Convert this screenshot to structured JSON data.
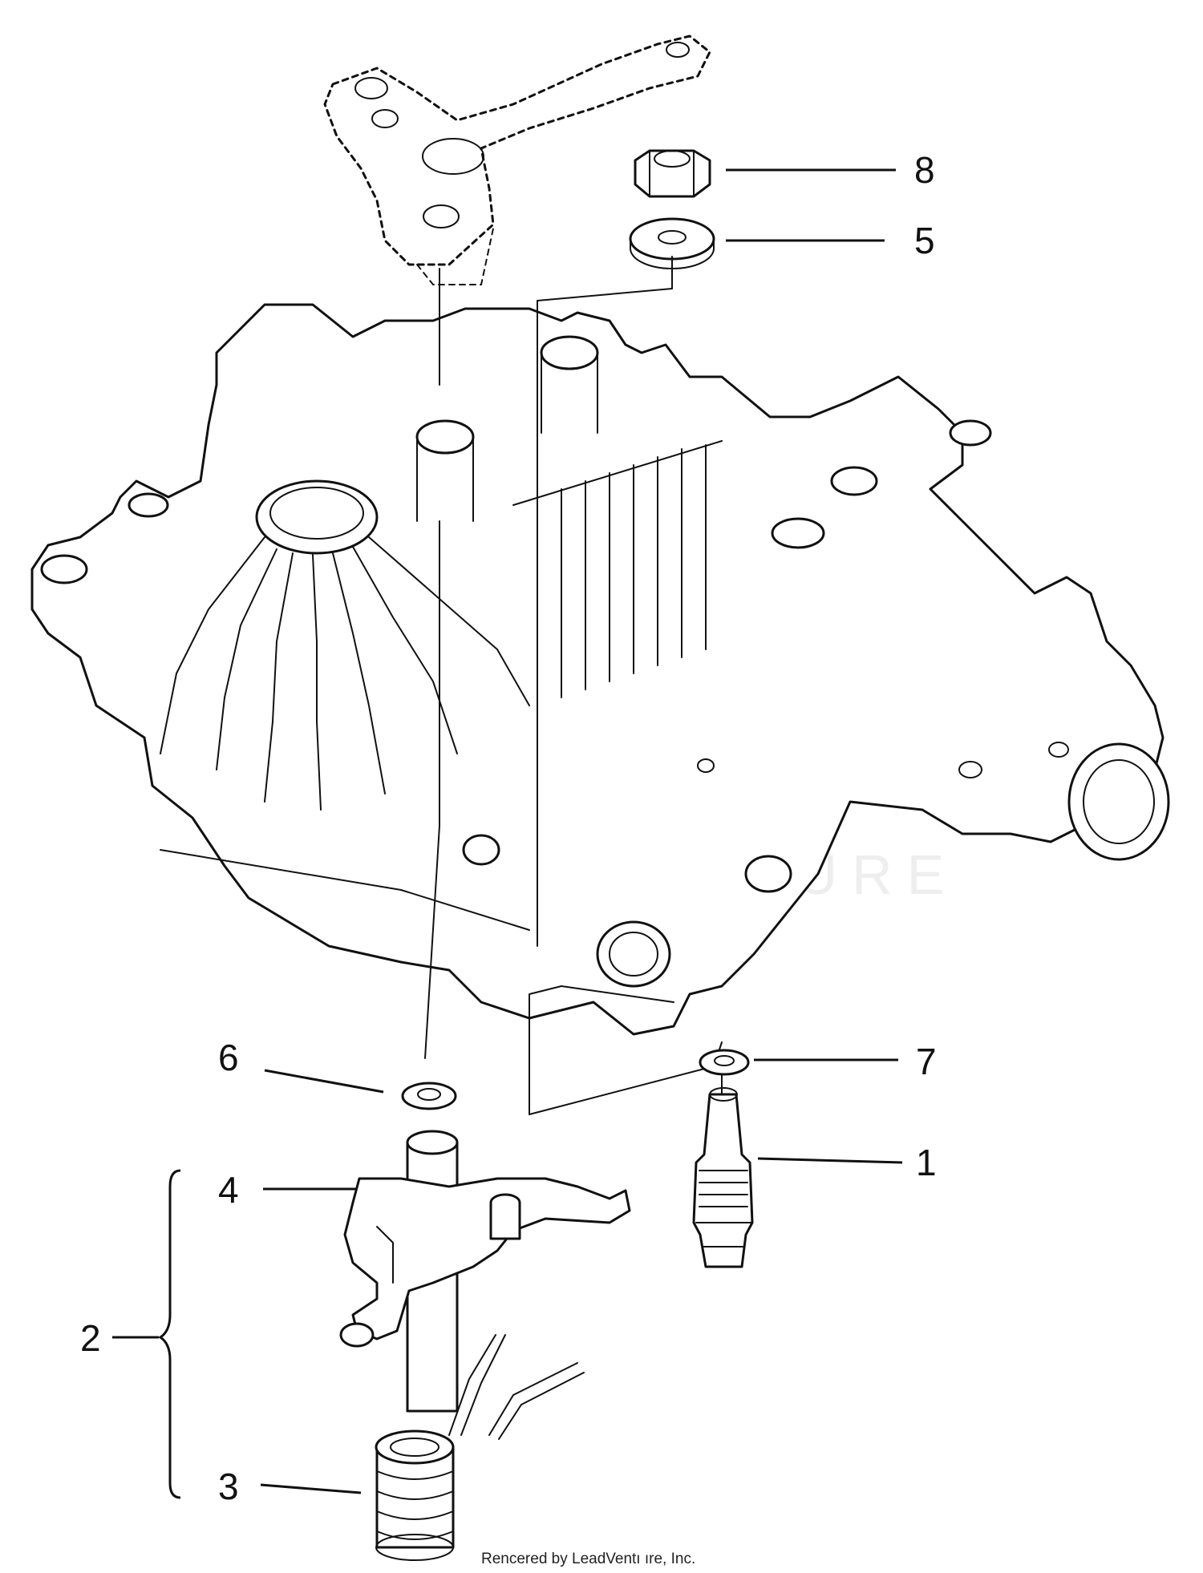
{
  "callouts": [
    {
      "id": "8",
      "label": "8"
    },
    {
      "id": "5",
      "label": "5"
    },
    {
      "id": "6",
      "label": "6"
    },
    {
      "id": "7",
      "label": "7"
    },
    {
      "id": "1",
      "label": "1"
    },
    {
      "id": "4",
      "label": "4"
    },
    {
      "id": "2",
      "label": "2"
    },
    {
      "id": "3",
      "label": "3"
    }
  ],
  "watermark": "LEADVENTURE",
  "credit": "Rencered by LeadVentı ıre, Inc."
}
